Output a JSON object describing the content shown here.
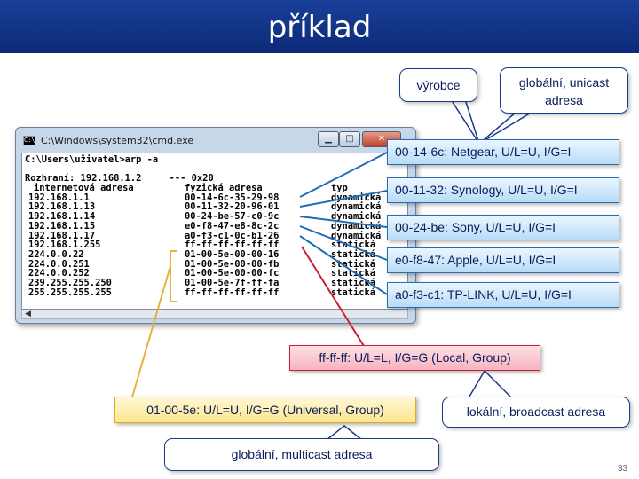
{
  "slide": {
    "title": "příklad",
    "page_number": "33"
  },
  "window": {
    "title": "C:\\Windows\\system32\\cmd.exe",
    "icon_text": "C:\\",
    "btn_min": "▁",
    "btn_max": "□",
    "btn_close": "✕"
  },
  "console": {
    "prompt": "C:\\Users\\uživatel>arp -a",
    "interface": "Rozhraní: 192.168.1.2     --- 0x20",
    "header": {
      "ip": "internetová adresa",
      "mac": "fyzická adresa",
      "type": "typ"
    },
    "rows": [
      {
        "ip": "192.168.1.1",
        "mac": "00-14-6c-35-29-98",
        "type": "dynamická"
      },
      {
        "ip": "192.168.1.13",
        "mac": "00-11-32-20-96-01",
        "type": "dynamická"
      },
      {
        "ip": "192.168.1.14",
        "mac": "00-24-be-57-c0-9c",
        "type": "dynamická"
      },
      {
        "ip": "192.168.1.15",
        "mac": "e0-f8-47-e8-8c-2c",
        "type": "dynamická"
      },
      {
        "ip": "192.168.1.17",
        "mac": "a0-f3-c1-0c-b1-26",
        "type": "dynamická"
      },
      {
        "ip": "192.168.1.255",
        "mac": "ff-ff-ff-ff-ff-ff",
        "type": "statická"
      },
      {
        "ip": "224.0.0.22",
        "mac": "01-00-5e-00-00-16",
        "type": "statická"
      },
      {
        "ip": "224.0.0.251",
        "mac": "01-00-5e-00-00-fb",
        "type": "statická"
      },
      {
        "ip": "224.0.0.252",
        "mac": "01-00-5e-00-00-fc",
        "type": "statická"
      },
      {
        "ip": "239.255.255.250",
        "mac": "01-00-5e-7f-ff-fa",
        "type": "statická"
      },
      {
        "ip": "255.255.255.255",
        "mac": "ff-ff-ff-ff-ff-ff",
        "type": "statická"
      }
    ]
  },
  "callouts": {
    "vyrobce": "výrobce",
    "global_unicast": "globální, unicast adresa",
    "vendors": [
      "00-14-6c:  Netgear, U/L=U, I/G=I",
      "00-11-32:  Synology, U/L=U, I/G=I",
      "00-24-be:  Sony, U/L=U, I/G=I",
      "e0-f8-47:  Apple,  U/L=U, I/G=I",
      "a0-f3-c1:  TP-LINK, U/L=U, I/G=I"
    ],
    "broadcast_box": "ff-ff-ff:  U/L=L, I/G=G  (Local, Group)",
    "broadcast_label": "lokální, broadcast adresa",
    "multicast_box": "01-00-5e:  U/L=U, I/G=G  (Universal, Group)",
    "multicast_label": "globální, multicast adresa"
  },
  "colors": {
    "title_bar": "#0c2a78",
    "callout_text": "#0b1d5a",
    "vendor_line": "#1f6db5",
    "broadcast_line": "#cc1f32",
    "multicast_line": "#e2b43a"
  }
}
